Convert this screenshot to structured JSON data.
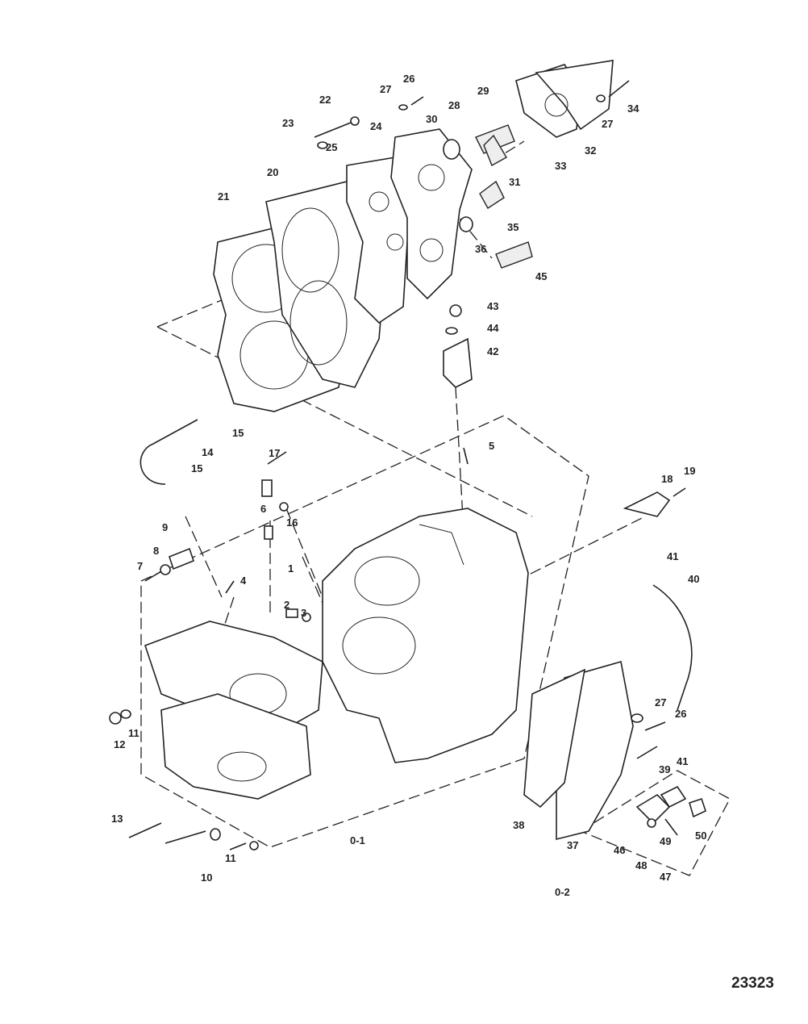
{
  "diagram": {
    "figure_number": "23323",
    "kit_labels": [
      "0-1",
      "0-2"
    ],
    "part_labels": [
      "1",
      "2",
      "3",
      "4",
      "5",
      "6",
      "7",
      "8",
      "9",
      "10",
      "11",
      "12",
      "13",
      "14",
      "15",
      "16",
      "17",
      "18",
      "19",
      "20",
      "21",
      "22",
      "23",
      "24",
      "25",
      "26",
      "27",
      "28",
      "29",
      "30",
      "31",
      "32",
      "33",
      "34",
      "35",
      "36",
      "37",
      "38",
      "39",
      "40",
      "41",
      "42",
      "43",
      "44",
      "45",
      "46",
      "47",
      "48",
      "49",
      "50"
    ]
  }
}
